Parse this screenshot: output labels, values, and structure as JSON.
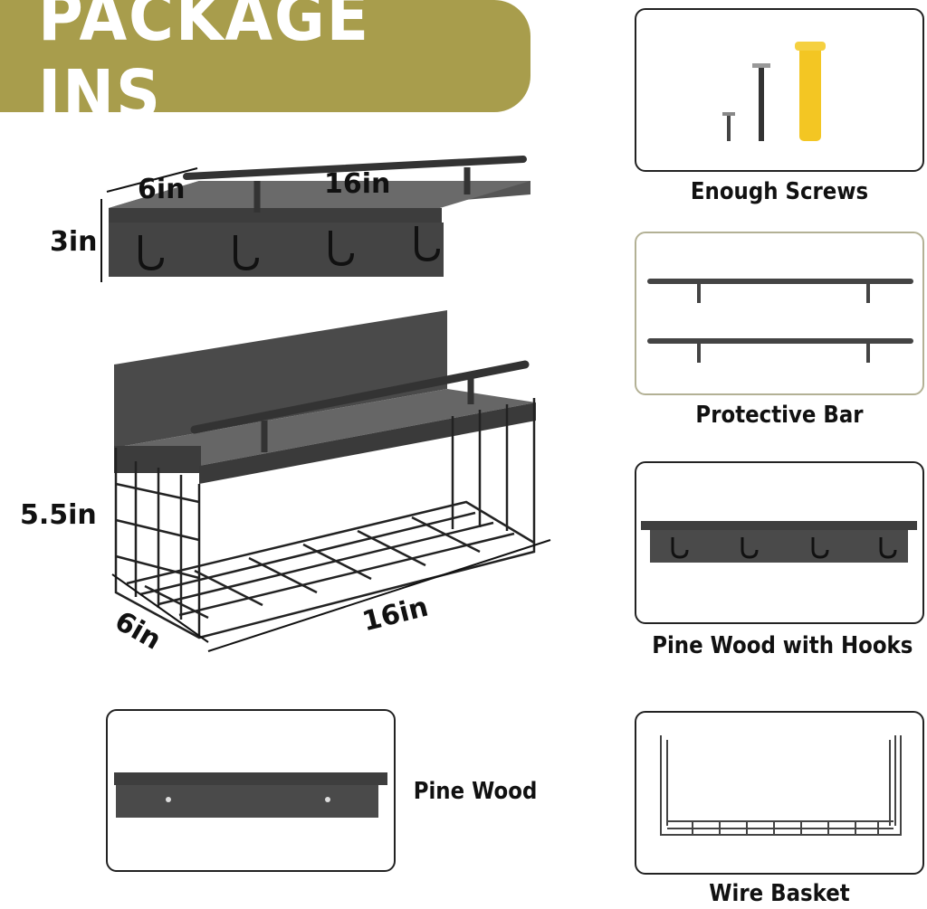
{
  "banner": {
    "title": "PACKAGE INS",
    "color": "#a89d4c"
  },
  "dimensions": {
    "top_shelf": {
      "depth": "6in",
      "width": "16in",
      "height": "3in"
    },
    "basket_shelf": {
      "height": "5.5in",
      "width": "16in",
      "depth": "6in"
    }
  },
  "parts": [
    {
      "label": "Enough  Screws",
      "icon": "screws-icon"
    },
    {
      "label": "Protective Bar",
      "icon": "protective-bar-icon"
    },
    {
      "label": "Pine Wood with Hooks",
      "icon": "hook-shelf-icon"
    },
    {
      "label": "Wire Basket",
      "icon": "wire-basket-icon"
    },
    {
      "label": "Pine Wood",
      "icon": "pine-wood-shelf-icon"
    }
  ]
}
